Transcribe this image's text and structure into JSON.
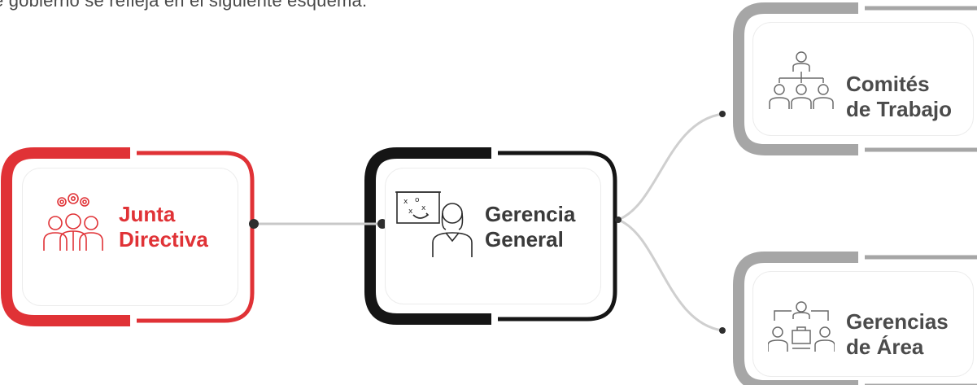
{
  "intro_text": "e gobierno se refleja en el siguiente esquema:",
  "colors": {
    "junta": "#e03236",
    "gerencia": "#151515",
    "side": "#a6a6a6",
    "connector": "#c8c8c8",
    "label_dark": "#3a3a3a",
    "label_side": "#4b4b4b"
  },
  "nodes": {
    "junta": {
      "line1": "Junta",
      "line2": "Directiva",
      "icon": "board-team-gears-icon"
    },
    "gerencia": {
      "line1": "Gerencia",
      "line2": "General",
      "icon": "strategy-presentation-icon"
    },
    "comites": {
      "line1": "Comités",
      "line2": "de Trabajo",
      "icon": "org-chart-team-icon"
    },
    "areas": {
      "line1": "Gerencias",
      "line2": "de Área",
      "icon": "department-structure-icon"
    }
  }
}
